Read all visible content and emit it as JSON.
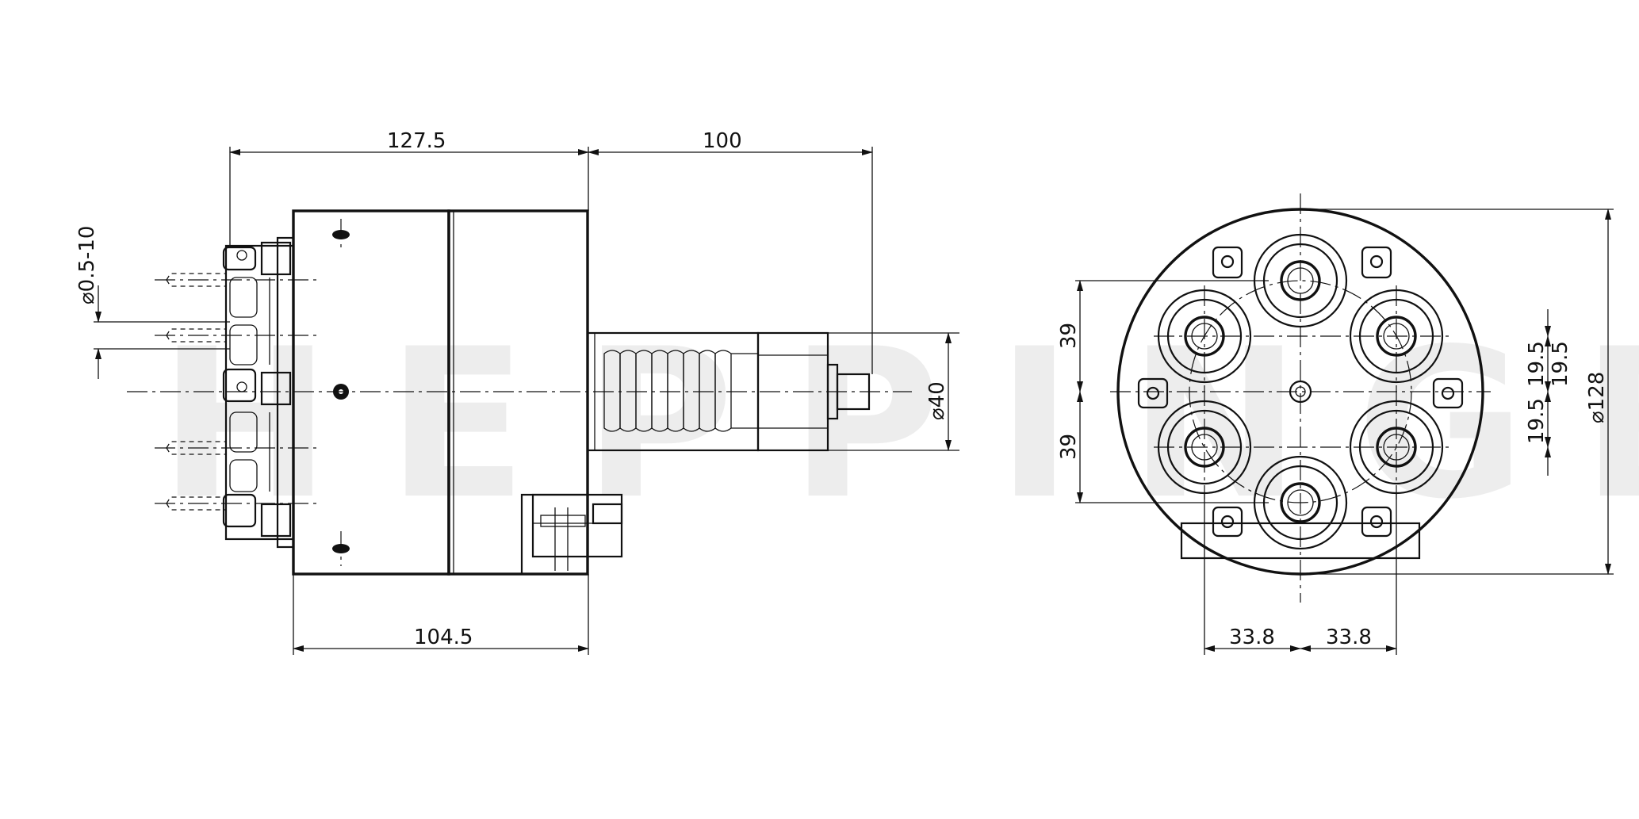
{
  "watermark": "HEPPINGER",
  "side_view": {
    "dim_overall_length": "127.5",
    "dim_shaft_length": "100",
    "dim_body_length": "104.5",
    "dim_shank_diameter": "⌀40",
    "dim_clamp_range": "⌀0.5-10"
  },
  "front_view": {
    "dim_diameter": "⌀128",
    "dim_vertical_left_upper": "39",
    "dim_vertical_left_lower": "39",
    "dim_vertical_right_upper": "19.5",
    "dim_vertical_right_lower": "19.5",
    "dim_right_small": "19.5",
    "dim_horizontal_left": "33.8",
    "dim_horizontal_right": "33.8"
  }
}
